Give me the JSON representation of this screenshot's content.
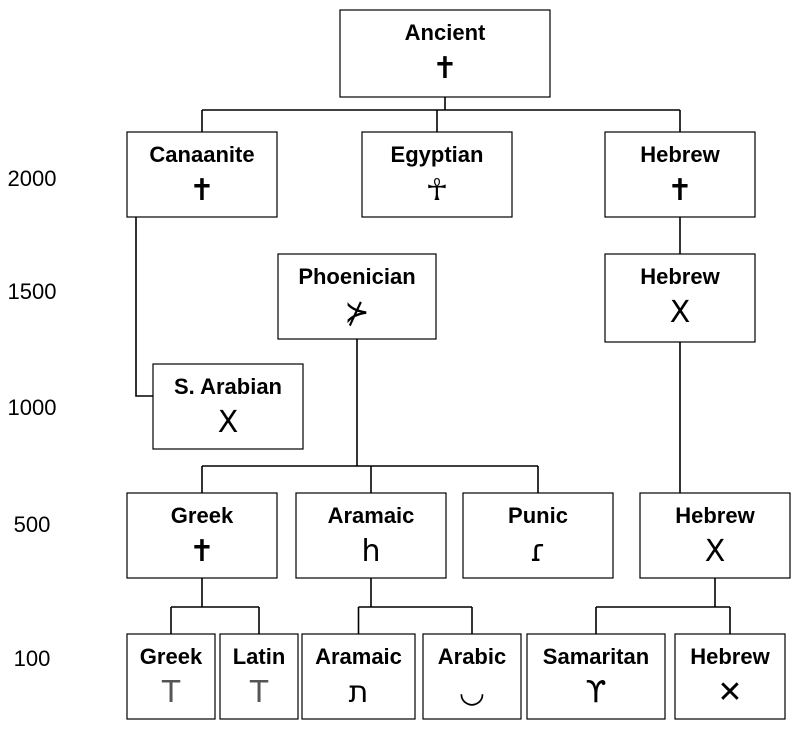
{
  "years": [
    "2000",
    "1500",
    "1000",
    "500",
    "100"
  ],
  "nodes": [
    {
      "id": "ancient",
      "label": "Ancient",
      "glyph": "✝",
      "glyph_tone": "black"
    },
    {
      "id": "canaanite",
      "label": "Canaanite",
      "glyph": "✝",
      "glyph_tone": "black"
    },
    {
      "id": "egyptian",
      "label": "Egyptian",
      "glyph": "☥",
      "glyph_tone": "black"
    },
    {
      "id": "hebrew-2000",
      "label": "Hebrew",
      "glyph": "✝",
      "glyph_tone": "black"
    },
    {
      "id": "phoenician",
      "label": "Phoenician",
      "glyph": "⊁",
      "glyph_tone": "black"
    },
    {
      "id": "hebrew-1500",
      "label": "Hebrew",
      "glyph": "X",
      "glyph_tone": "black"
    },
    {
      "id": "s-arabian",
      "label": "S. Arabian",
      "glyph": "X",
      "glyph_tone": "black"
    },
    {
      "id": "greek-500",
      "label": "Greek",
      "glyph": "✝",
      "glyph_tone": "black"
    },
    {
      "id": "aramaic-500",
      "label": "Aramaic",
      "glyph": "h",
      "glyph_tone": "black"
    },
    {
      "id": "punic",
      "label": "Punic",
      "glyph": "ɾ",
      "glyph_tone": "black"
    },
    {
      "id": "hebrew-500",
      "label": "Hebrew",
      "glyph": "X",
      "glyph_tone": "black"
    },
    {
      "id": "greek-100",
      "label": "Greek",
      "glyph": "T",
      "glyph_tone": "grey"
    },
    {
      "id": "latin",
      "label": "Latin",
      "glyph": "T",
      "glyph_tone": "grey"
    },
    {
      "id": "aramaic-100",
      "label": "Aramaic",
      "glyph": "ת",
      "glyph_tone": "black"
    },
    {
      "id": "arabic",
      "label": "Arabic",
      "glyph": "◡",
      "glyph_tone": "black"
    },
    {
      "id": "samaritan",
      "label": "Samaritan",
      "glyph": "ϒ",
      "glyph_tone": "black"
    },
    {
      "id": "hebrew-100",
      "label": "Hebrew",
      "glyph": "✕",
      "glyph_tone": "black"
    }
  ],
  "edges": [
    [
      "ancient",
      "canaanite"
    ],
    [
      "ancient",
      "egyptian"
    ],
    [
      "ancient",
      "hebrew-2000"
    ],
    [
      "canaanite",
      "s-arabian"
    ],
    [
      "hebrew-2000",
      "hebrew-1500"
    ],
    [
      "hebrew-1500",
      "hebrew-500"
    ],
    [
      "phoenician",
      "greek-500"
    ],
    [
      "phoenician",
      "aramaic-500"
    ],
    [
      "phoenician",
      "punic"
    ],
    [
      "greek-500",
      "greek-100"
    ],
    [
      "greek-500",
      "latin"
    ],
    [
      "aramaic-500",
      "aramaic-100"
    ],
    [
      "aramaic-500",
      "arabic"
    ],
    [
      "hebrew-500",
      "samaritan"
    ],
    [
      "hebrew-500",
      "hebrew-100"
    ]
  ]
}
